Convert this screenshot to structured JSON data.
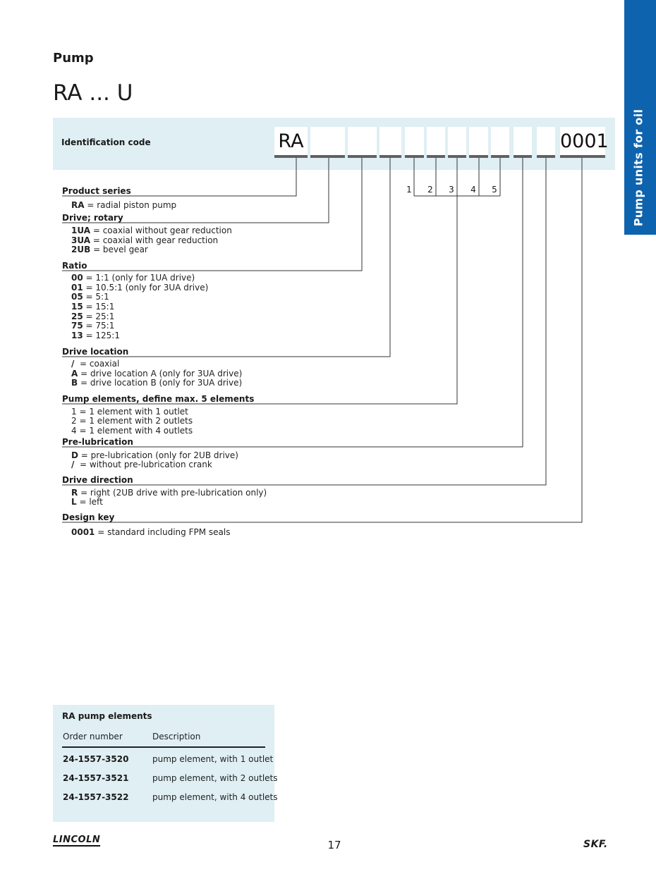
{
  "side_tab": {
    "label": "Pump units for oil"
  },
  "header": {
    "eyebrow": "Pump",
    "title": "RA ... U"
  },
  "id_code": {
    "label": "Identification code",
    "boxes": [
      "RA",
      "",
      "",
      "",
      "",
      "",
      "",
      "",
      "",
      "",
      "",
      "0001"
    ],
    "element_numbers": [
      "1",
      "2",
      "3",
      "4",
      "5"
    ]
  },
  "sections": [
    {
      "heading": "Product series",
      "options": [
        {
          "code": "RA",
          "text": " = radial piston pump"
        }
      ]
    },
    {
      "heading": "Drive; rotary",
      "options": [
        {
          "code": "1UA",
          "text": " = coaxial without gear reduction"
        },
        {
          "code": "3UA",
          "text": " = coaxial with gear reduction"
        },
        {
          "code": "2UB",
          "text": " = bevel gear"
        }
      ]
    },
    {
      "heading": "Ratio",
      "options": [
        {
          "code": "00",
          "text": " = 1:1 (only for 1UA drive)"
        },
        {
          "code": "01",
          "text": " = 10.5:1 (only for 3UA drive)"
        },
        {
          "code": "05",
          "text": " = 5:1"
        },
        {
          "code": "15",
          "text": " = 15:1"
        },
        {
          "code": "25",
          "text": " = 25:1"
        },
        {
          "code": "75",
          "text": " = 75:1"
        },
        {
          "code": "13",
          "text": " = 125:1"
        }
      ]
    },
    {
      "heading": "Drive location",
      "options": [
        {
          "code": "/",
          "text": "  = coaxial"
        },
        {
          "code": "A",
          "text": " = drive location A (only for 3UA drive)"
        },
        {
          "code": "B",
          "text": " = drive location B (only for 3UA drive)"
        }
      ]
    },
    {
      "heading": "Pump elements, define max. 5 elements",
      "options": [
        {
          "code": "",
          "text": "1 = 1 element with 1 outlet"
        },
        {
          "code": "",
          "text": "2 = 1 element with 2 outlets"
        },
        {
          "code": "",
          "text": "4 = 1 element with 4 outlets"
        }
      ]
    },
    {
      "heading": "Pre-lubrication",
      "options": [
        {
          "code": "D",
          "text": " = pre-lubrication (only for 2UB drive)"
        },
        {
          "code": "/",
          "text": "  = without pre-lubrication crank"
        }
      ]
    },
    {
      "heading": "Drive direction",
      "options": [
        {
          "code": "R",
          "text": " = right (2UB drive with pre-lubrication only)"
        },
        {
          "code": "L",
          "text": " = left"
        }
      ]
    },
    {
      "heading": "Design key",
      "options": [
        {
          "code": "0001",
          "text": " = standard including FPM seals"
        }
      ]
    }
  ],
  "elements_table": {
    "title": "RA pump elements",
    "columns": [
      "Order number",
      "Description"
    ],
    "rows": [
      [
        "24-1557-3520",
        "pump element, with 1 outlet"
      ],
      [
        "24-1557-3521",
        "pump element, with 2 outlets"
      ],
      [
        "24-1557-3522",
        "pump element, with 4 outlets"
      ]
    ]
  },
  "footer": {
    "left_logo": "LINCOLN",
    "page_number": "17",
    "right_logo": "SKF."
  }
}
